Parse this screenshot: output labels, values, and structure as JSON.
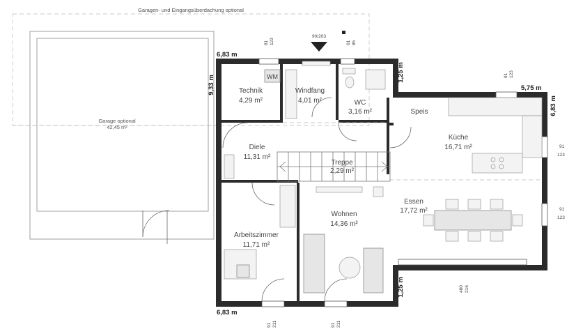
{
  "plan": {
    "roof_note": "Garagen- und Eingangsüberdachung optional",
    "entrance_arrow_label": "90/203",
    "rooms": {
      "garage": {
        "name": "Garage optional",
        "area": "42,45 m²"
      },
      "technik": {
        "name": "Technik",
        "area": "4,29 m²",
        "appliance": "WM"
      },
      "windfang": {
        "name": "Windfang",
        "area": "4,01 m²"
      },
      "wc": {
        "name": "WC",
        "area": "3,16 m²"
      },
      "diele": {
        "name": "Diele",
        "area": "11,31 m²"
      },
      "treppe": {
        "name": "Treppe",
        "area": "2,29 m²"
      },
      "speis": {
        "name": "Speis"
      },
      "kueche": {
        "name": "Küche",
        "area": "16,71 m²"
      },
      "arbeitszimmer": {
        "name": "Arbeitszimmer",
        "area": "11,71 m²"
      },
      "wohnen": {
        "name": "Wohnen",
        "area": "14,36 m²"
      },
      "essen": {
        "name": "Essen",
        "area": "17,72 m²"
      }
    },
    "dimensions": {
      "top_left_width": "6,83 m",
      "left_height": "9,33 m",
      "mid_offset_top": "1,25 m",
      "right_width": "5,75 m",
      "right_height": "6,83 m",
      "mid_offset_bottom": "1,25 m",
      "bottom_left_width": "6,83 m"
    },
    "window_sizes": {
      "technik_top": [
        "81",
        "123"
      ],
      "wc_top": [
        "61",
        "85"
      ],
      "kitchen_top": [
        "91",
        "123"
      ],
      "kitchen_right": [
        "91",
        "123"
      ],
      "essen_right": [
        "91",
        "123"
      ],
      "essen_bottom": [
        "480",
        "216"
      ],
      "arbeitszimmer_bottom": [
        "91",
        "211"
      ],
      "wohnen_bottom": [
        "91",
        "211"
      ]
    }
  }
}
